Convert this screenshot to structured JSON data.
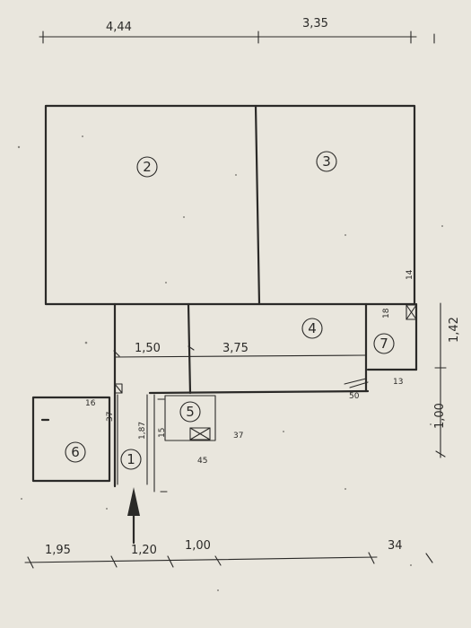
{
  "dimensions": {
    "top_left": "4,44",
    "top_right": "3,35",
    "bottom_1": "1,95",
    "bottom_2": "1,20",
    "bottom_3": "1,00",
    "bottom_4": "34",
    "inner_1": "1,50",
    "inner_2": "3,75",
    "right_upper": "1,42",
    "right_lower": "1,00",
    "small_14": "14",
    "small_18": "18",
    "small_50": "50",
    "small_13": "13",
    "small_16": "16",
    "small_37a": "37",
    "small_187": "1,87",
    "small_15": "15",
    "small_37b": "37",
    "small_45": "45"
  },
  "rooms": [
    {
      "number": "1"
    },
    {
      "number": "2"
    },
    {
      "number": "3"
    },
    {
      "number": "4"
    },
    {
      "number": "5"
    },
    {
      "number": "6"
    },
    {
      "number": "7"
    }
  ]
}
